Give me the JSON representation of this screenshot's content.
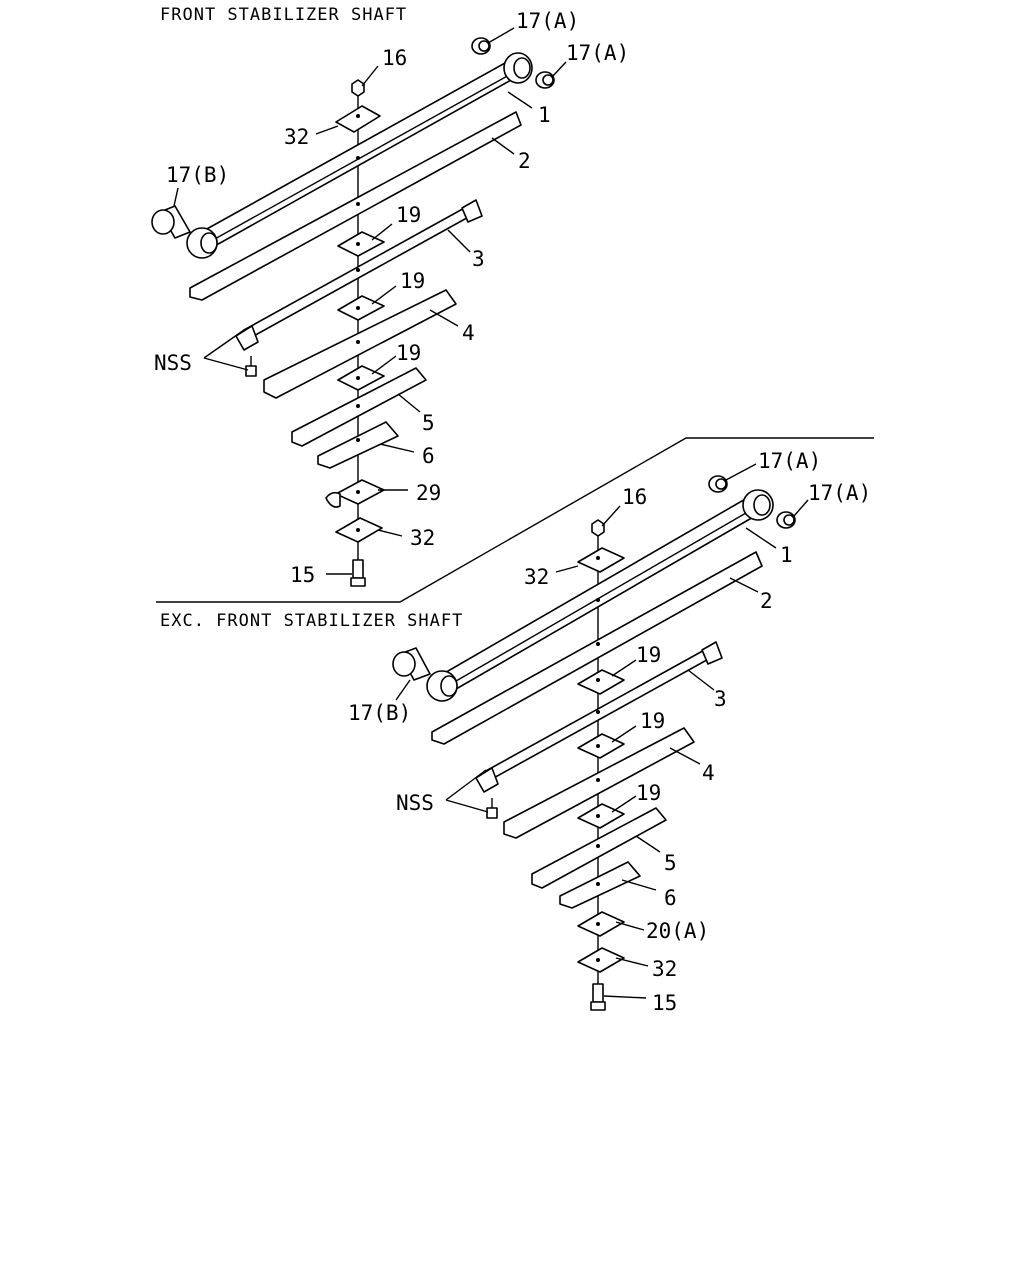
{
  "sections": {
    "top": {
      "title": "FRONT STABILIZER SHAFT",
      "labels": {
        "bushing_a1": "17(A)",
        "bushing_a2": "17(A)",
        "nut": "16",
        "leaf1": "1",
        "plate_top": "32",
        "leaf2": "2",
        "bushing_b": "17(B)",
        "spacer1": "19",
        "leaf3": "3",
        "spacer2": "19",
        "leaf4": "4",
        "nss": "NSS",
        "spacer3": "19",
        "leaf5": "5",
        "leaf6": "6",
        "bracket": "29",
        "plate_bottom": "32",
        "bolt": "15"
      }
    },
    "bottom": {
      "title": "EXC. FRONT STABILIZER SHAFT",
      "labels": {
        "bushing_a1": "17(A)",
        "nut": "16",
        "bushing_a2": "17(A)",
        "leaf1": "1",
        "plate_top": "32",
        "leaf2": "2",
        "spacer1": "19",
        "bushing_b": "17(B)",
        "leaf3": "3",
        "spacer2": "19",
        "leaf4": "4",
        "nss": "NSS",
        "spacer3": "19",
        "leaf5": "5",
        "leaf6": "6",
        "pad": "20(A)",
        "plate_bottom": "32",
        "bolt": "15"
      }
    }
  }
}
